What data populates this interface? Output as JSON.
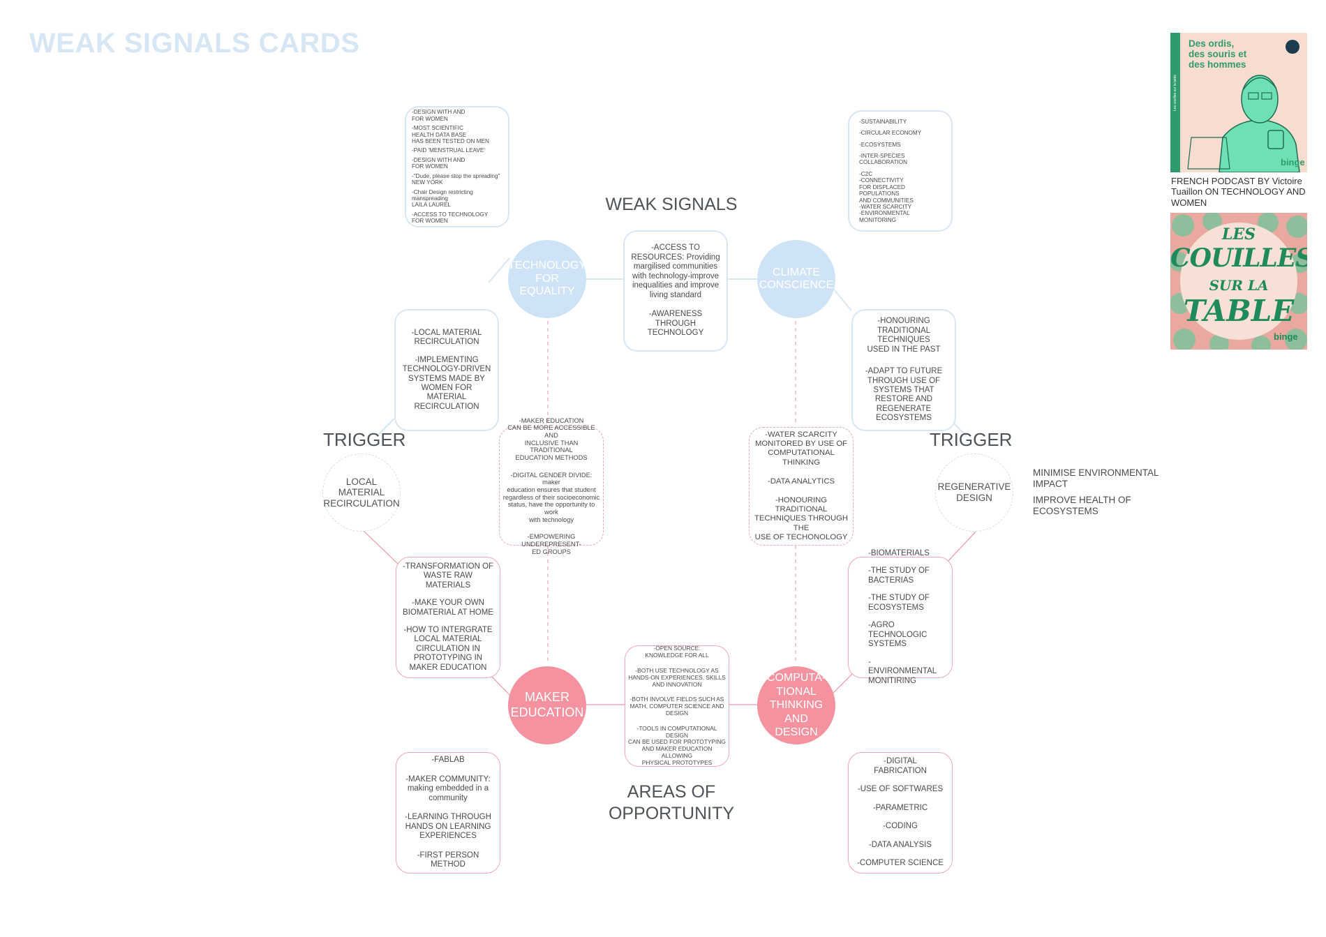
{
  "page_title": "WEAK SIGNALS CARDS",
  "headings": {
    "weak_signals": "WEAK SIGNALS",
    "areas_of_opportunity": "AREAS OF\nOPPORTUNITY",
    "trigger_left": "TRIGGER",
    "trigger_right": "TRIGGER"
  },
  "circles": {
    "technology_for_equality": "TECHNOLOGY\nFOR EQUALITY",
    "climate_conscience": "CLIMATE\nCONSCIENCE",
    "maker_education": "MAKER\nEDUCATION",
    "computational_thinking": "COMPUTA-\nTIONAL\nTHINKING AND\nDESIGN",
    "local_material_recirculation": "LOCAL MATERIAL\nRECIRCULATION",
    "regenerative_design": "REGENERATIVE\nDESIGN"
  },
  "cards": {
    "women_design": [
      "-DESIGN WITH AND\nFOR WOMEN",
      "-MOST SCIENTIFIC\nHEALTH DATA BASE\nHAS BEEN TESTED ON MEN",
      "-PAID 'MENSTRUAL LEAVE'",
      "-DESIGN WITH AND\nFOR WOMEN",
      "-\"Dude, please stop the spreading\"\nNEW YORK",
      "-Chair Design restricting manspreading\nLAILA LAUREL",
      "-ACCESS TO TECHNOLOGY\nFOR WOMEN"
    ],
    "sustainability": [
      "-SUSTAINABILITY",
      "-CIRCULAR ECONOMY",
      "-ECOSYSTEMS",
      "-INTER-SPECIES\nCOLLABORATION",
      "-C2C\n-CONNECTIVITY\nFOR DISPLACED\nPOPULATIONS\nAND COMMUNITIES\n-WATER SCARCITY\n-ENVIRONMENTAL MONITORING"
    ],
    "access_resources": [
      "-ACCESS TO\nRESOURCES: Providing\nmargilised communities\nwith technology-improve\ninequalities and improve\nliving standard",
      "-AWARENESS THROUGH\nTECHNOLOGY"
    ],
    "local_material": [
      "-LOCAL MATERIAL\nRECIRCULATION",
      "-IMPLEMENTING\nTECHNOLOGY-DRIVEN\nSYSTEMS MADE BY\nWOMEN FOR\nMATERIAL\nRECIRCULATION"
    ],
    "honouring_traditional": [
      "-HONOURING\nTRADITIONAL\nTECHNIQUES\nUSED IN THE PAST",
      "-ADAPT TO FUTURE\nTHROUGH USE OF\nSYSTEMS THAT\nRESTORE AND\nREGENERATE\nECOSYSTEMS"
    ],
    "maker_accessible": [
      "-MAKER EDUCATION\nCAN BE MORE ACCESSIBLE AND\nINCLUSIVE THAN TRADITIONAL\nEDUCATION METHODS",
      "-DIGITAL GENDER DIVIDE: maker\neducation ensures that student\nregardless of their socioeconomic\nstatus, have the opportunity to work\nwith technology",
      "-EMPOWERING UNDEREPRESENT-\nED GROUPS"
    ],
    "water_scarcity": [
      "-WATER SCARCITY\nMONITORED BY USE OF\nCOMPUTATIONAL THINKING",
      "-DATA ANALYTICS",
      "-HONOURING TRADITIONAL\nTECHNIQUES THROUGH\nTHE\nUSE OF TECHONOLOGY"
    ],
    "transformation_waste": [
      "-TRANSFORMATION OF\nWASTE RAW MATERIALS",
      "-MAKE YOUR OWN\nBIOMATERIAL AT HOME",
      "-HOW TO INTERGRATE\nLOCAL MATERIAL\nCIRCULATION IN\nPROTOTYPING IN\nMAKER EDUCATION"
    ],
    "biomaterials": [
      "-BIOMATERIALS",
      "-THE STUDY OF\nBACTERIAS",
      "-THE STUDY OF\nECOSYSTEMS",
      "-AGRO\nTECHNOLOGIC\nSYSTEMS",
      "-ENVIRONMENTAL\nMONITIRING"
    ],
    "open_source": [
      "-OPEN SOURCE:\nKNOWLEDGE FOR ALL",
      "-BOTH USE TECHNOLOGY AS\nHANDS-ON EXPERIENCES, SKILLS\nAND INNOVATION",
      "-BOTH INVOLVE FIELDS SUCH AS\nMATH, COMPUTER SCIENCE AND\nDESIGN",
      "-TOOLS IN COMPUTATIONAL DESIGN\nCAN BE USED FOR PROTOTYPING\nAND MAKER EDUCATION ALLOWING\nPHYSICAL PROTOTYPES"
    ],
    "fablab": [
      "-FABLAB",
      "-MAKER COMMUNITY:\nmaking embedded in a\ncommunity",
      "-LEARNING THROUGH\nHANDS ON LEARNING\nEXPERIENCES",
      "-FIRST PERSON METHOD"
    ],
    "digital_fabrication": [
      "-DIGITAL\nFABRICATION",
      "-USE OF SOFTWARES",
      "-PARAMETRIC",
      "-CODING",
      "-DATA ANALYSIS",
      "-COMPUTER SCIENCE"
    ]
  },
  "side_notes": {
    "regenerative": [
      "MINIMISE ENVIRONMENTAL\nIMPACT",
      "IMPROVE HEALTH OF\nECOSYSTEMS"
    ]
  },
  "podcasts": {
    "first_cover_title": "Des ordis,\ndes souris et\ndes hommes",
    "first_cover_spine": "Les couilles sur la table",
    "brand": "binge",
    "caption": "FRENCH PODCAST BY Victoire\nTuaillon ON TECHNOLOGY AND\nWOMEN",
    "second_cover_title": [
      "LES",
      "COUILLES",
      "SUR LA",
      "TABLE"
    ]
  },
  "colors": {
    "blue_circle": "#cfe3f6",
    "pink_circle": "#f4939f",
    "blue_line": "#d7e7f6",
    "pink_line": "#f2a9b5"
  }
}
